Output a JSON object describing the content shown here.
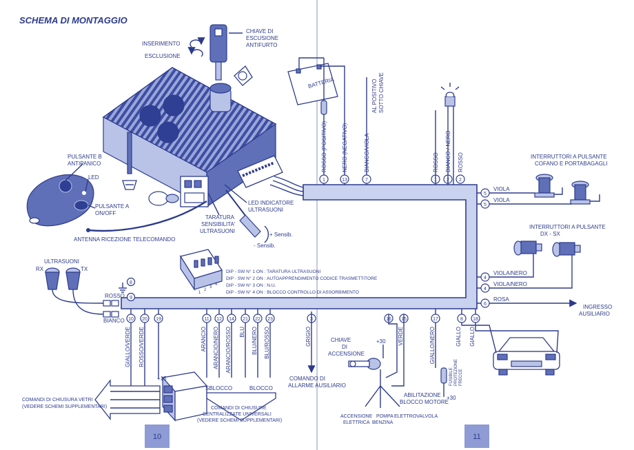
{
  "title": "SCHEMA DI MONTAGGIO",
  "page_numbers": {
    "left": "10",
    "right": "11"
  },
  "key": {
    "label_line1": "CHIAVE DI",
    "label_line2": "ESCUSIONE",
    "label_line3": "ANTIFURTO",
    "inserimento": "INSERIMENTO",
    "esclusione": "ESCLUSIONE"
  },
  "remote": {
    "button_b_1": "PULSANTE B",
    "button_b_2": "ANTIPANICO",
    "led": "LED",
    "button_a_1": "PULSANTE A",
    "button_a_2": "ON/OFF",
    "antenna": "ANTENNA RICEZIONE TELECOMANDO"
  },
  "unit": {
    "led_indicator_1": "LED INDICATORE",
    "led_indicator_2": "ULTRASUONI",
    "taratura_1": "TARATURA",
    "taratura_2": "SENSIBILITA'",
    "taratura_3": "ULTRASUONI",
    "sens_plus": "+ Sensib.",
    "sens_minus": "- Sensib."
  },
  "dip": {
    "numbers": [
      "1",
      "2",
      "3",
      "4"
    ],
    "lines": [
      "DIP - SW N° 1   ON :  TARATURA ULTRASUONI",
      "DIP - SW N° 2   ON :  AUTOAPPRENDIMENTO CODICE TRASMETTITORE",
      "DIP - SW N° 3   ON :  N.U.",
      "DIP - SW N° 4   ON :  BLOCCO CONTROLLO DI ASSORBIMENTO"
    ]
  },
  "ultrasound": {
    "title": "ULTRASUONI",
    "rx": "RX",
    "tx": "TX",
    "rosso": "ROSSO",
    "bianco": "BIANCO"
  },
  "top_wires": [
    {
      "num": "1",
      "label": "ROSSO (POSITIVO)"
    },
    {
      "num": "13",
      "label": "NERO (NEGATIVO)"
    },
    {
      "num": "7",
      "label": "BIANCO/VIOLA"
    },
    {
      "num": "1",
      "label": "ROSSO"
    },
    {
      "num": "2",
      "label": "BIANCO / NERO"
    },
    {
      "num": "2",
      "label": "ROSSO"
    }
  ],
  "battery": {
    "label": "BATTERIA",
    "positivo_1": "AL POSITIVO",
    "positivo_2": "SOTTO CHIAVE"
  },
  "right_wires": [
    {
      "num": "5",
      "label": "VIOLA"
    },
    {
      "num": "5",
      "label": "VIOLA"
    },
    {
      "num": "4",
      "label": "VIOLA/NERO"
    },
    {
      "num": "4",
      "label": "VIOLA/NERO"
    },
    {
      "num": "6",
      "label": "ROSA"
    }
  ],
  "switches_top": {
    "line1": "INTERRUTTORI  A PULSANTE",
    "line2": "COFANO E PORTABAGAGLI"
  },
  "switches_mid": {
    "line1": "INTERRUTTORI A PULSANTE",
    "line2": "DX - SX"
  },
  "ingresso": {
    "line1": "INGRESSO",
    "line2": "AUSILIARIO"
  },
  "bottom_wires": [
    {
      "num": "10",
      "label": "GIALLO/VERDE"
    },
    {
      "num": "20",
      "label": "ROSSO/VERDE"
    },
    {
      "num": "19",
      "label": ""
    },
    {
      "num": "11",
      "label": "ARANCIO"
    },
    {
      "num": "12",
      "label": "ARANCIO/NERO"
    },
    {
      "num": "14",
      "label": "ARANCIO/ROSSO"
    },
    {
      "num": "21",
      "label": "BLU"
    },
    {
      "num": "22",
      "label": "BLU/NERO"
    },
    {
      "num": "23",
      "label": "BLU/ROSSO"
    },
    {
      "num": "3",
      "label": "GRIGIO"
    },
    {
      "num": "16",
      "label": ""
    },
    {
      "num": "15",
      "label": "VERDE"
    },
    {
      "num": "17",
      "label": "GIALLO/NERO"
    },
    {
      "num": "8",
      "label": "GIALLO"
    },
    {
      "num": "18",
      "label": "GIALLO"
    }
  ],
  "ground_num": "8",
  "ground_num2": "9",
  "bottom_labels": {
    "plus15": "+15",
    "sblocco": "SBLOCCO",
    "blocco": "BLOCCO",
    "chiusure_1": "COMANDI DI CHIUSURE",
    "chiusure_2": "CENTRALIZZATE UNIVERSALI",
    "chiusure_3": "(VEDERE SCHEMI SUPPLEMENTARI)",
    "vetri_1": "COMANDI DI CHIUSURA VETRI",
    "vetri_2": "(VEDERE SCHEMI SUPPLEMENTARI)",
    "allarme_1": "COMANDO DI",
    "allarme_2": "ALLARME AUSILIARIO",
    "chiave_1": "CHIAVE",
    "chiave_2": "DI",
    "chiave_3": "ACCENSIONE",
    "plus30a": "+30",
    "plus30b": "+30",
    "abilitazione_1": "ABILITAZIONE",
    "abilitazione_2": "BLOCCO MOTORE",
    "accensione_1": "ACCENSIONE",
    "accensione_2": "ELETTRICA",
    "pompa_1": "POMPA",
    "pompa_2": "BENZINA",
    "elettrovalvola": "ELETTROVALVOLA",
    "fusibile_1": "FUSIBILE",
    "fusibile_2": "PROTEZIONE",
    "fusibile_3": "FRECCE"
  }
}
